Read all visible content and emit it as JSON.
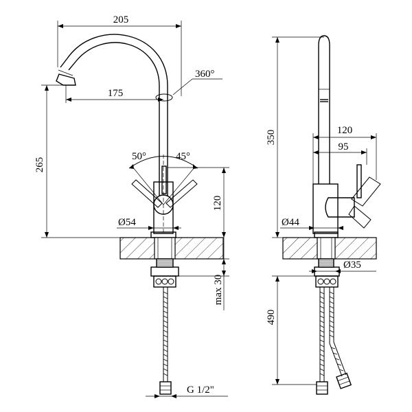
{
  "dimensions": {
    "front_width": "205",
    "spout_reach": "175",
    "rotation": "360°",
    "total_height_front": "265",
    "angle_left": "50°",
    "angle_right": "45°",
    "body_height": "120",
    "base_diameter_front": "Ø54",
    "max_counter": "max 30",
    "thread": "G 1/2\"",
    "side_height": "350",
    "side_width": "120",
    "side_handle": "95",
    "base_diameter_side": "Ø44",
    "shank_diameter": "Ø35",
    "hose_length": "490"
  }
}
